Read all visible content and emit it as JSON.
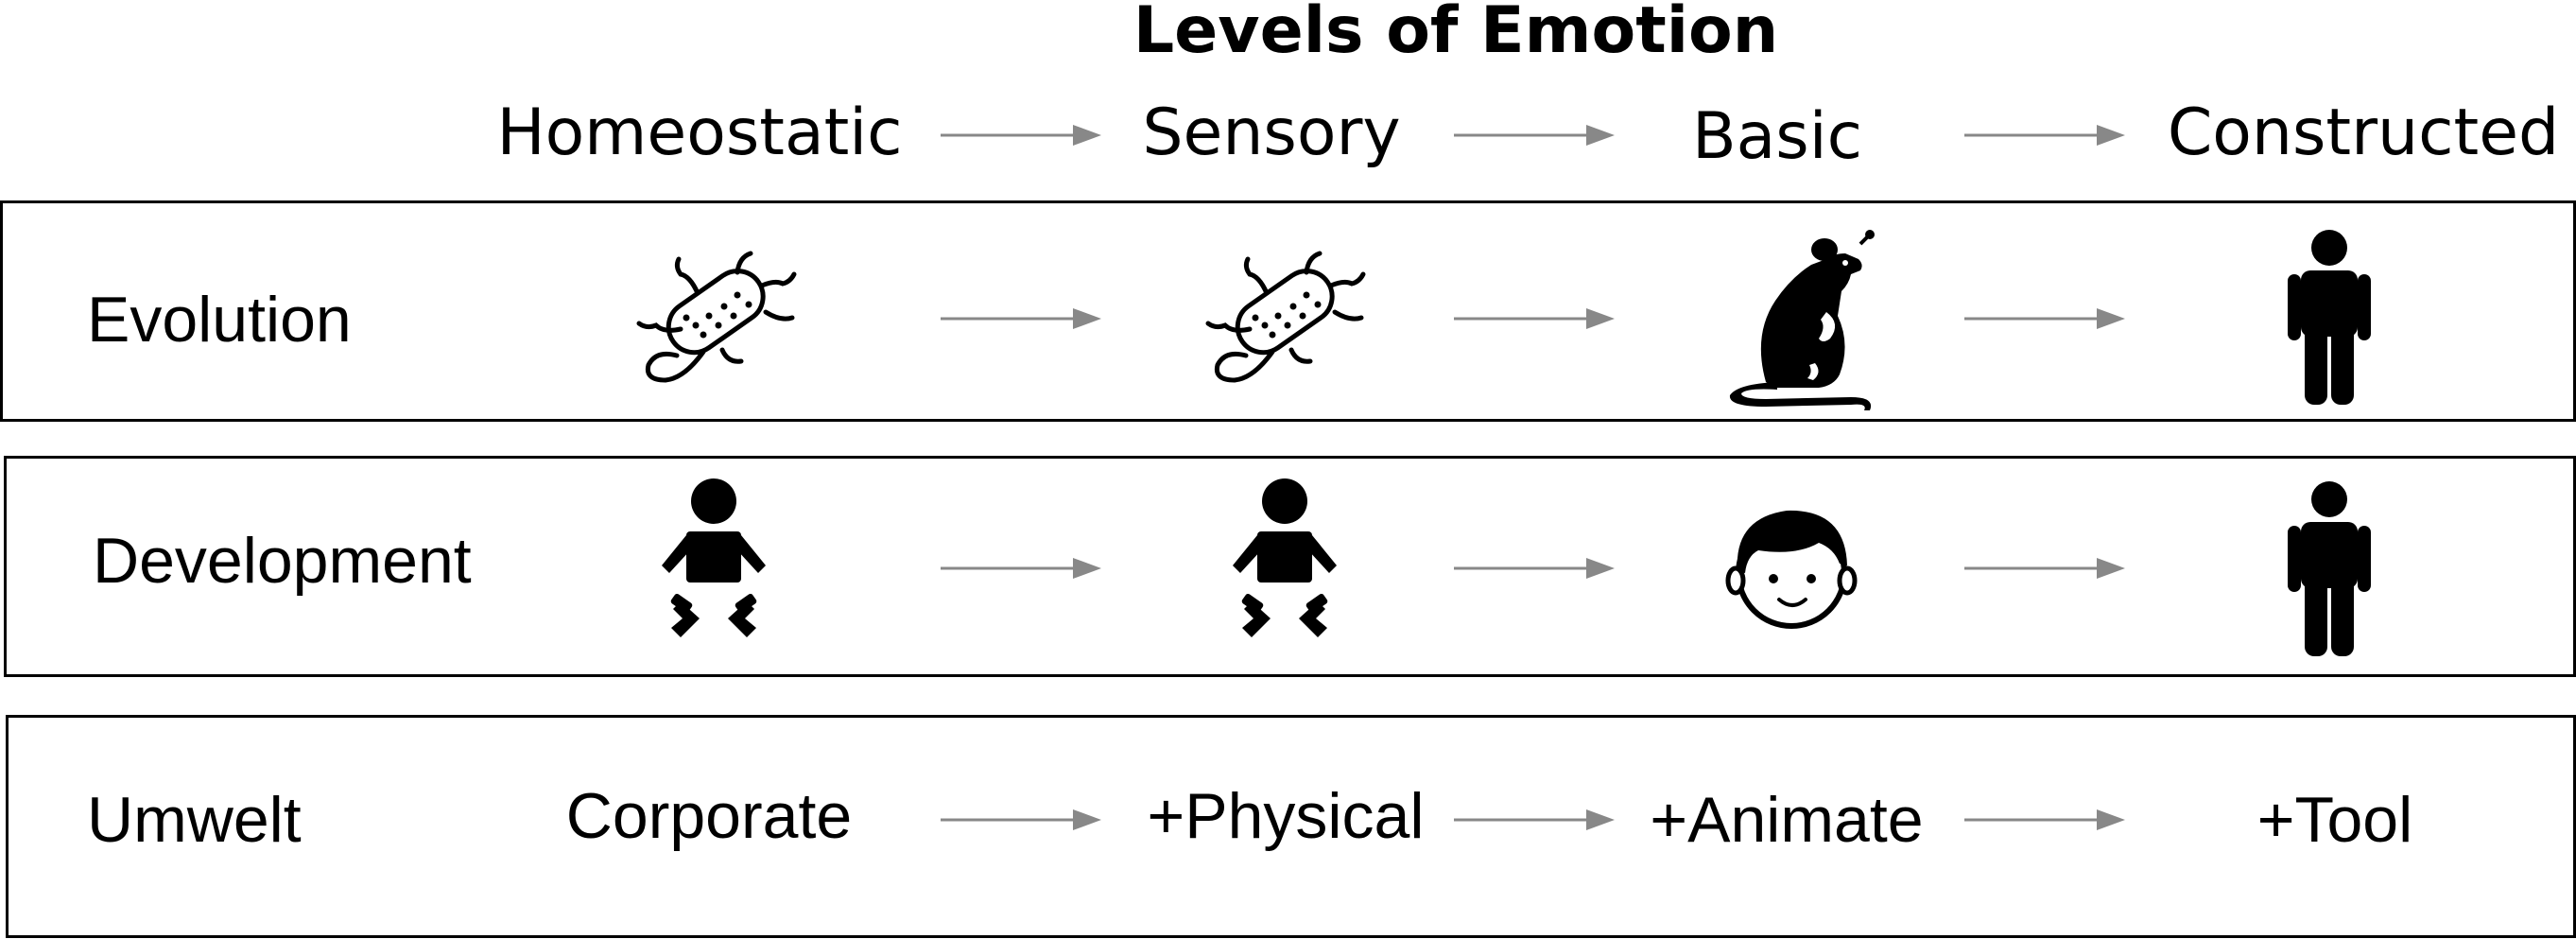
{
  "title": "Levels of Emotion",
  "columns": [
    "Homeostatic",
    "Sensory",
    "Basic",
    "Constructed"
  ],
  "rows": [
    {
      "label": "Evolution",
      "icons": [
        "bacterium-icon",
        "bacterium-icon",
        "rat-icon",
        "adult-person-icon"
      ]
    },
    {
      "label": "Development",
      "icons": [
        "baby-icon",
        "baby-icon",
        "child-face-icon",
        "adult-person-icon"
      ]
    },
    {
      "label": "Umwelt",
      "items": [
        "Corporate",
        "+Physical",
        "+Animate",
        "+Tool"
      ]
    }
  ],
  "colors": {
    "arrow": "#888888",
    "border": "#000000",
    "icon": "#000000"
  }
}
